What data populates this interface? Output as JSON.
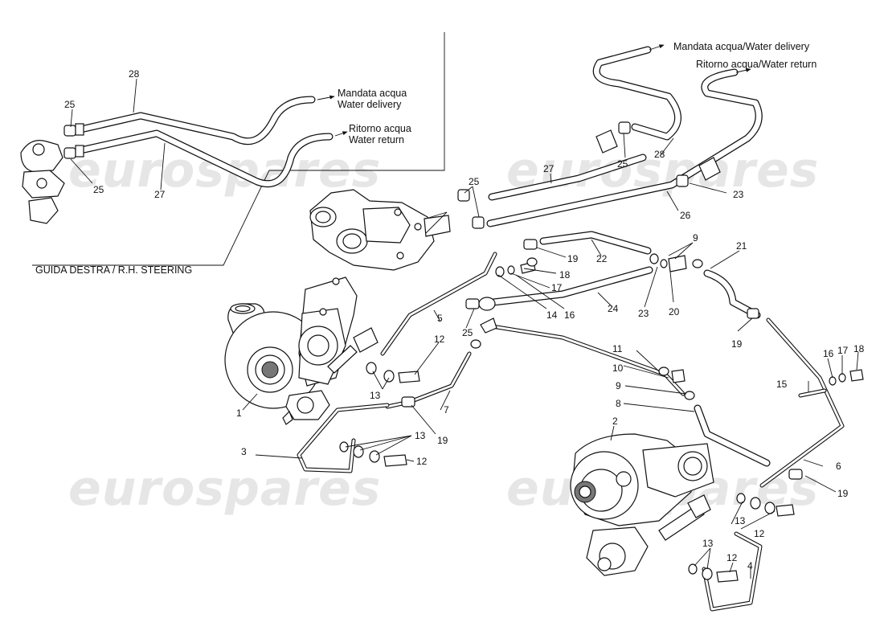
{
  "watermark": "eurospares",
  "inset": {
    "caption": "GUIDA DESTRA / R.H. STEERING",
    "delivery_it": "Mandata acqua",
    "delivery_en": "Water delivery",
    "return_it": "Ritorno acqua",
    "return_en": "Water return"
  },
  "main": {
    "delivery": "Mandata acqua/Water delivery",
    "return": "Ritorno acqua/Water return"
  },
  "callouts": {
    "c1": "1",
    "c2": "2",
    "c3": "3",
    "c4": "4",
    "c5": "5",
    "c6": "6",
    "c7": "7",
    "c8": "8",
    "c9a": "9",
    "c9b": "9",
    "c10": "10",
    "c11": "11",
    "c12a": "12",
    "c12b": "12",
    "c12c": "12",
    "c12d": "12",
    "c13a": "13",
    "c13b": "13",
    "c13c": "13",
    "c13d": "13",
    "c14": "14",
    "c15": "15",
    "c16a": "16",
    "c16b": "16",
    "c17a": "17",
    "c17b": "17",
    "c18a": "18",
    "c18b": "18",
    "c19a": "19",
    "c19b": "19",
    "c19c": "19",
    "c19d": "19",
    "c20": "20",
    "c21": "21",
    "c22": "22",
    "c23a": "23",
    "c23b": "23",
    "c24": "24",
    "c25a": "25",
    "c25b": "25",
    "c25c": "25",
    "c25d": "25",
    "c25e": "25",
    "c26": "26",
    "c27a": "27",
    "c27b": "27",
    "c28a": "28",
    "c28b": "28"
  }
}
